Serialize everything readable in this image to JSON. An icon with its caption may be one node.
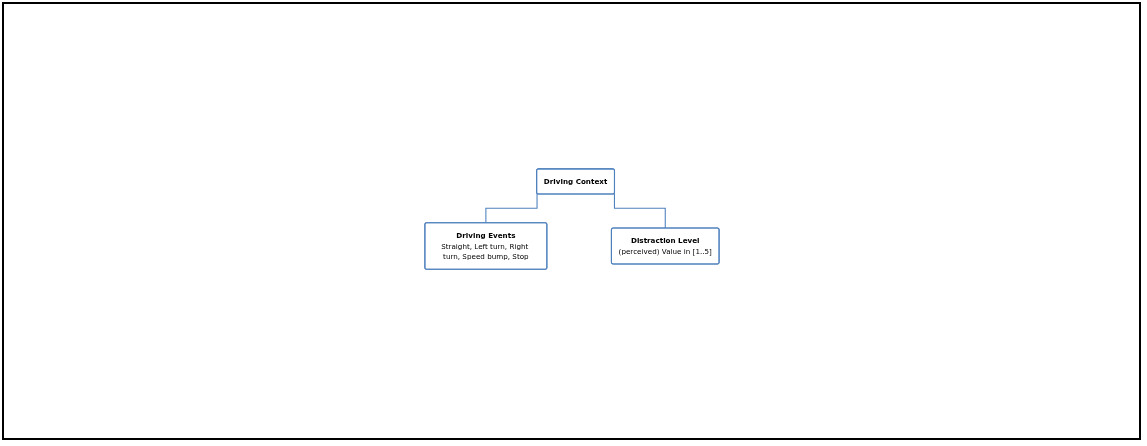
{
  "diagram": {
    "nodes": [
      {
        "text": [
          "Driving Context"
        ]
      },
      {
        "text": [
          "Driving Events",
          "Straight, Left turn, Right turn, Speed bump, Stop"
        ]
      },
      {
        "text": [
          "Distraction Level",
          "(perceived) Value in [1..5]"
        ]
      }
    ],
    "edges": [
      {
        "from": 0,
        "to": 1,
        "arrow": "none"
      },
      {
        "from": 0,
        "to": 2,
        "arrow": "none"
      }
    ]
  }
}
